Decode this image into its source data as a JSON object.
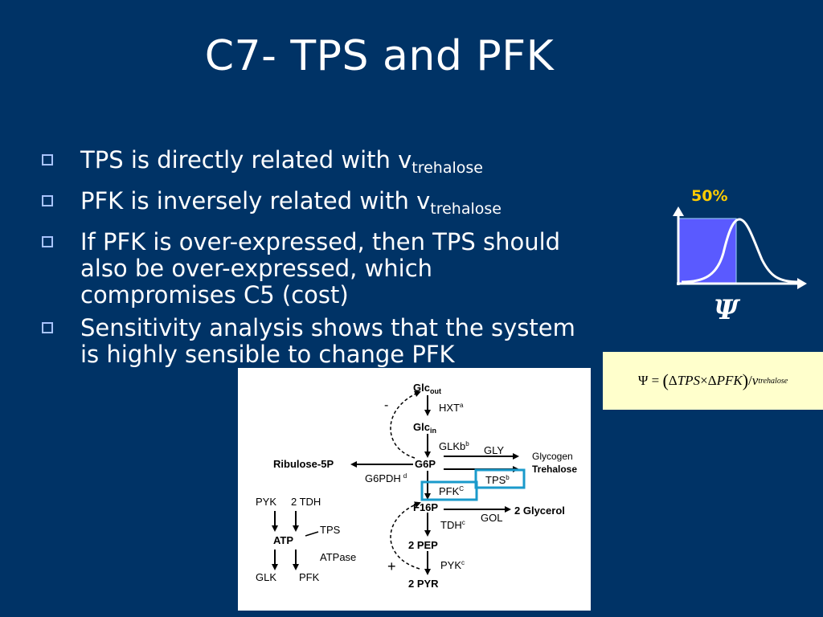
{
  "slide": {
    "title": "C7- TPS and PFK",
    "bullets": [
      {
        "main": "TPS is directly related with v",
        "sub": "trehalose"
      },
      {
        "main": "PFK is inversely related with v",
        "sub": "trehalose"
      },
      {
        "main": "If PFK is over-expressed, then TPS should also be over-expressed, which compromises C5 (cost)"
      },
      {
        "main": "Sensitivity analysis shows that the system is highly sensible to change PFK"
      }
    ]
  },
  "curve": {
    "label": "50%",
    "axis_symbol": "Ψ",
    "fill_color": "#5a5aff",
    "highlight_color": "#ffcc00"
  },
  "formula": {
    "psi": "Ψ",
    "eq": "=",
    "open": "(",
    "d1": "Δ",
    "tps": "TPS",
    "times": "×",
    "d2": "Δ",
    "pfk": "PFK",
    "close": ")",
    "slash": "/",
    "v": "v",
    "sub": "trehalose"
  },
  "diagram": {
    "accent_color": "#1a9acb",
    "glc_out": {
      "main": "Glc",
      "sub": "out"
    },
    "hxt": {
      "main": "HXT",
      "sup": "a"
    },
    "glc_in": {
      "main": "Glc",
      "sub": "in"
    },
    "minus": "-",
    "glkb": {
      "main": "GLKb",
      "sup": "b"
    },
    "gly": "GLY",
    "glycogen": "Glycogen",
    "trehalose": "Trehalose",
    "ribulose": "Ribulose-5P",
    "g6p": "G6P",
    "g6pdh": {
      "main": "G6PDH",
      "sup": "d"
    },
    "pfk_enz": {
      "main": "PFK",
      "sup": "C"
    },
    "tps_enz": {
      "main": "TPS",
      "sup": "b"
    },
    "f16p": "F16P",
    "gol": "GOL",
    "glycerol": "2 Glycerol",
    "tdh": {
      "main": "TDH",
      "sup": "c"
    },
    "pep": "2 PEP",
    "plus": "+",
    "pyk": {
      "main": "PYK",
      "sup": "c"
    },
    "pyr": "2 PYR",
    "left": {
      "pyk": "PYK",
      "tdh2": "2 TDH",
      "atp": "ATP",
      "tps": "TPS",
      "atpase": "ATPase",
      "glk": "GLK",
      "pfk": "PFK"
    }
  }
}
